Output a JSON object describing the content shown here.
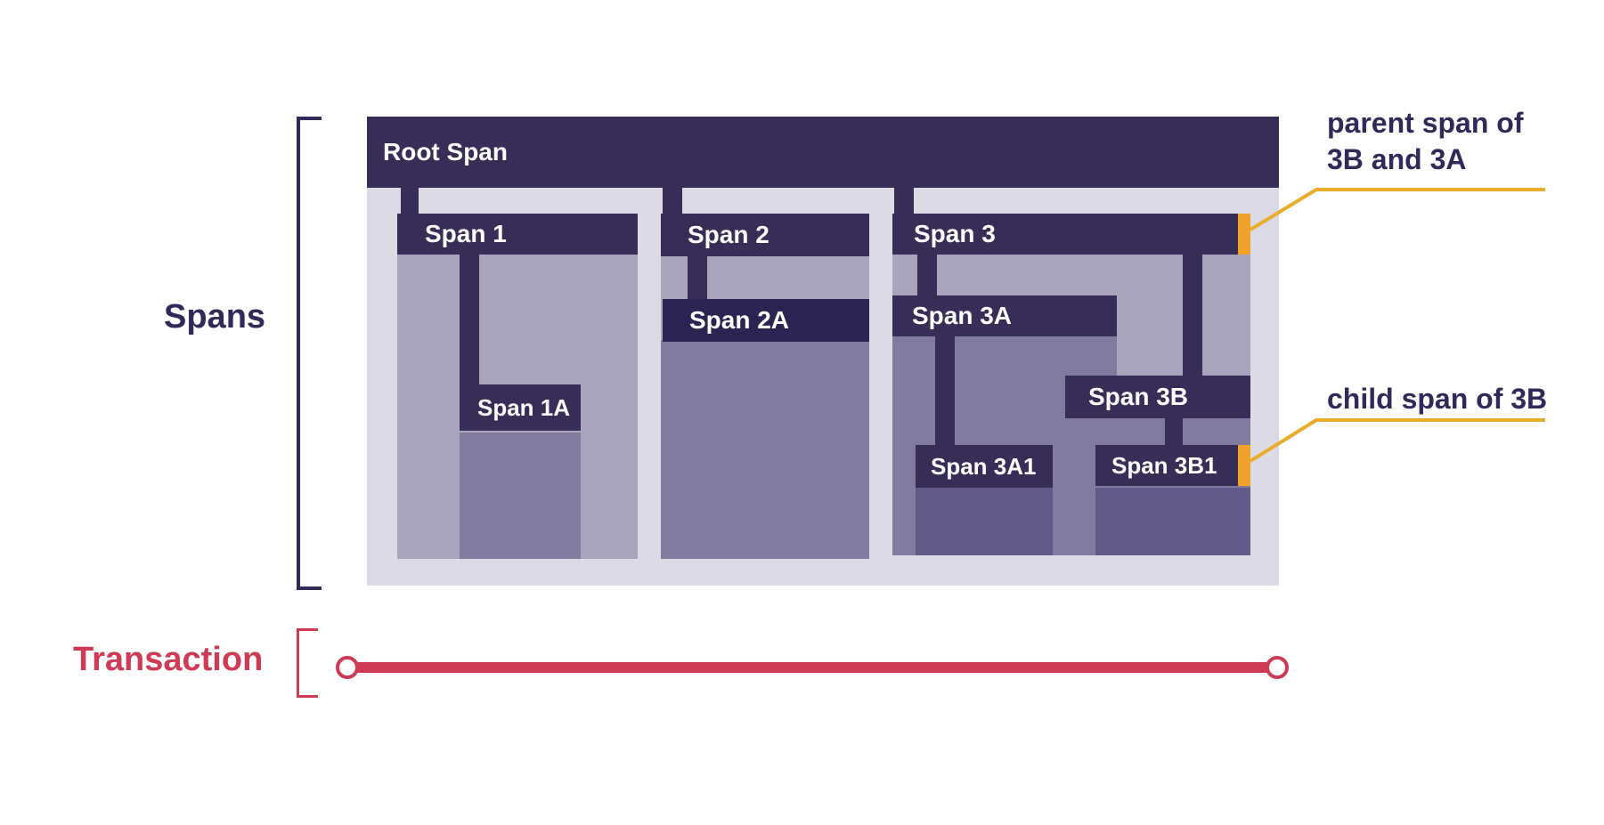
{
  "labels": {
    "spans": "Spans",
    "transaction": "Transaction"
  },
  "annotations": {
    "parent_line1": "parent span of",
    "parent_line2": "3B and 3A",
    "child": "child span of 3B"
  },
  "spans": {
    "root": "Root Span",
    "span1": "Span 1",
    "span1a": "Span 1A",
    "span2": "Span 2",
    "span2a": "Span 2A",
    "span3": "Span 3",
    "span3a": "Span 3A",
    "span3a1": "Span 3A1",
    "span3b": "Span 3B",
    "span3b1": "Span 3B1"
  },
  "colors": {
    "span_bar": "#372d57",
    "spans_label": "#2f2a5a",
    "transaction": "#cf3a55",
    "highlight": "#f0a22b",
    "annotation_line": "#e9ad2a"
  }
}
